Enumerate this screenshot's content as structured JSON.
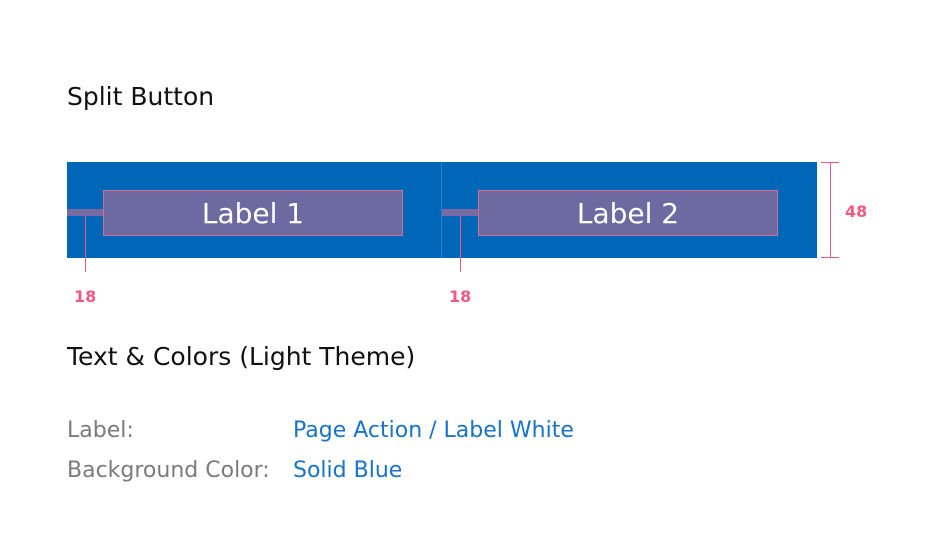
{
  "section_title": "Split Button",
  "split_button": {
    "segments": [
      {
        "label": "Label 1"
      },
      {
        "label": "Label 2"
      }
    ]
  },
  "measurements": {
    "left_padding": "18",
    "height": "48"
  },
  "text_colors_title": "Text & Colors (Light Theme)",
  "properties": [
    {
      "label": "Label:",
      "value": "Page Action / Label White"
    },
    {
      "label": "Background Color:",
      "value": "Solid Blue"
    }
  ],
  "colors": {
    "button_bg": "#0067b8",
    "label_overlay": "#6c6aa0",
    "annotation": "#f05a80",
    "link_value": "#1a73c8"
  }
}
